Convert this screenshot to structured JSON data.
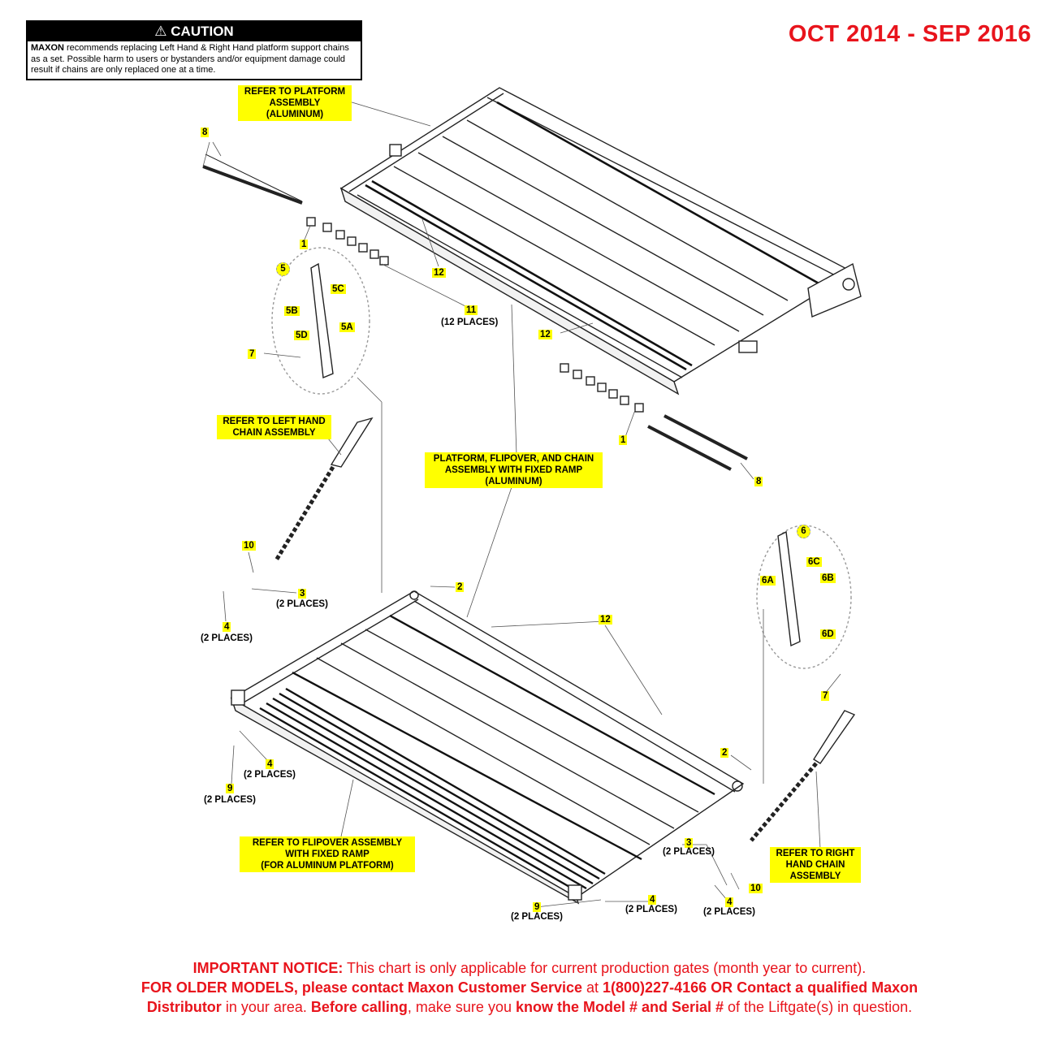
{
  "caution": {
    "title": "CAUTION",
    "brand": "MAXON",
    "text": " recommends replacing Left Hand & Right Hand platform support chains as a set. Possible harm to users or bystanders and/or equipment damage could result if chains are only replaced one at a time."
  },
  "date_range": "OCT 2014 - SEP 2016",
  "labels": {
    "platform_assembly": "REFER TO PLATFORM\nASSEMBLY\n(ALUMINUM)",
    "left_chain": "REFER TO LEFT HAND\nCHAIN ASSEMBLY",
    "platform_flipover_chain": "PLATFORM, FLIPOVER, AND CHAIN\nASSEMBLY WITH FIXED RAMP\n(ALUMINUM)",
    "flipover_assembly": "REFER TO FLIPOVER ASSEMBLY\nWITH FIXED RAMP\n(FOR ALUMINUM PLATFORM)",
    "right_chain": "REFER TO RIGHT\nHAND CHAIN\nASSEMBLY"
  },
  "callouts": {
    "c8a": "8",
    "c1a": "1",
    "c12a": "12",
    "c11": "11",
    "c11_note": "(12 PLACES)",
    "c12b": "12",
    "c5": "5",
    "c5c": "5C",
    "c5b": "5B",
    "c5a": "5A",
    "c5d": "5D",
    "c7a": "7",
    "c1b": "1",
    "c8b": "8",
    "c6": "6",
    "c6c": "6C",
    "c6a": "6A",
    "c6b": "6B",
    "c6d": "6D",
    "c7b": "7",
    "c10a": "10",
    "c3a": "3",
    "c3a_note": "(2 PLACES)",
    "c4a": "4",
    "c4a_note": "(2 PLACES)",
    "c2a": "2",
    "c12c": "12",
    "c4b": "4",
    "c4b_note": "(2 PLACES)",
    "c9a": "9",
    "c9a_note": "(2 PLACES)",
    "c2b": "2",
    "c3b": "3",
    "c3b_note": "(2 PLACES)",
    "c10b": "10",
    "c9b": "9",
    "c9b_note": "(2 PLACES)",
    "c4c": "4",
    "c4c_note": "(2 PLACES)",
    "c4d": "4",
    "c4d_note": "(2 PLACES)"
  },
  "notice": {
    "l1_bold": "IMPORTANT NOTICE:",
    "l1_text": " This chart is only applicable for current production gates (month year to current).",
    "l2_bold": "FOR OLDER MODELS, please contact Maxon Customer Service",
    "l2_text": " at ",
    "l2_bold2": "1(800)227-4166 OR Contact a qualified Maxon",
    "l3_bold": "Distributor",
    "l3_text": " in your area. ",
    "l3_bold2": "Before calling",
    "l3_text2": ", make sure you ",
    "l3_bold3": "know the Model # and Serial #",
    "l3_text3": " of the Liftgate(s) in question."
  }
}
